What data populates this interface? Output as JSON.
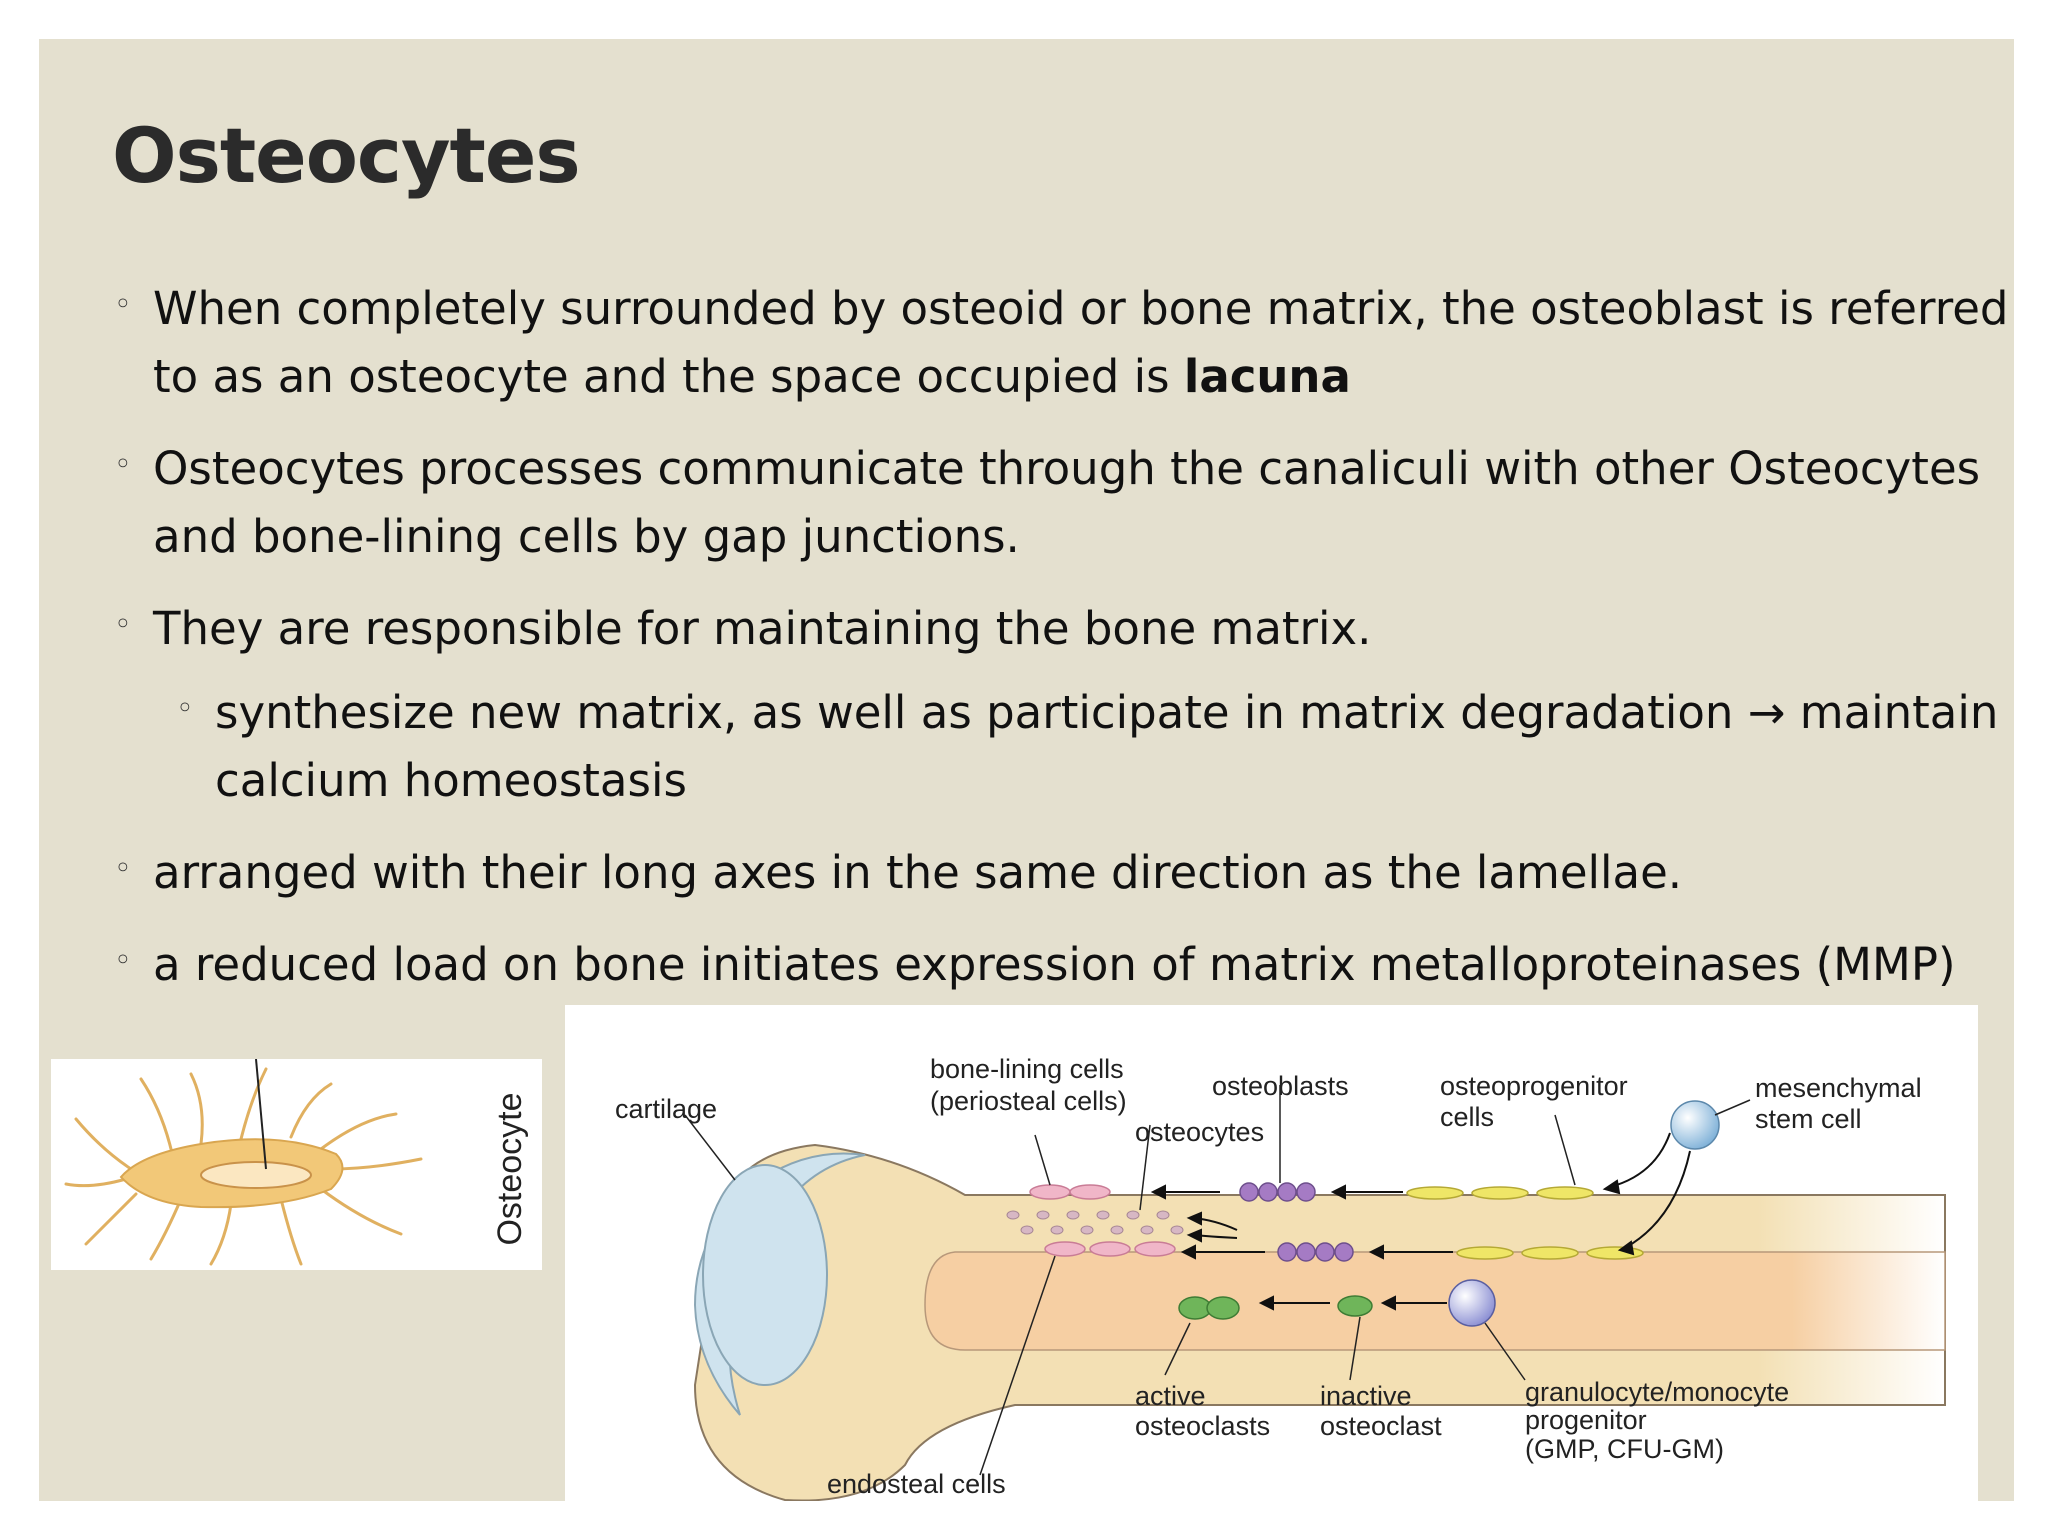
{
  "slide": {
    "title": "Osteocytes",
    "bullets": [
      {
        "text": "When completely surrounded by osteoid or bone matrix, the osteoblast is referred to as an osteocyte and the space occupied is ",
        "bold": "lacuna"
      },
      {
        "text": "Osteocytes processes communicate through the canaliculi with other Osteocytes and bone-lining cells by gap junctions."
      },
      {
        "text": "They are responsible for maintaining the bone matrix."
      },
      {
        "text": "synthesize new matrix, as well as participate in matrix degradation → maintain calcium homeostasis",
        "level": 2
      },
      {
        "text": "arranged with their long axes in the same direction as the lamellae."
      },
      {
        "text": "a reduced load on bone initiates expression of matrix metalloproteinases (MMP)"
      }
    ],
    "bullet_glyph": "◦",
    "colors": {
      "background": "#e4e0cf",
      "text": "#111111",
      "title": "#2b2b2b"
    }
  },
  "cell_figure": {
    "label": "Osteocyte"
  },
  "diagram": {
    "labels": {
      "cartilage": "cartilage",
      "bone_lining_1": "bone-lining cells",
      "bone_lining_2": "(periosteal cells)",
      "osteoblasts": "osteoblasts",
      "osteocytes": "osteocytes",
      "osteoprogenitor_1": "osteoprogenitor",
      "osteoprogenitor_2": "cells",
      "mesenchymal_1": "mesenchymal",
      "mesenchymal_2": "stem cell",
      "active_1": "active",
      "active_2": "osteoclasts",
      "inactive_1": "inactive",
      "inactive_2": "osteoclast",
      "granulocyte_1": "granulocyte/monocyte",
      "granulocyte_2": "progenitor",
      "granulocyte_3": "(GMP, CFU-GM)",
      "endosteal": "endosteal cells"
    }
  }
}
